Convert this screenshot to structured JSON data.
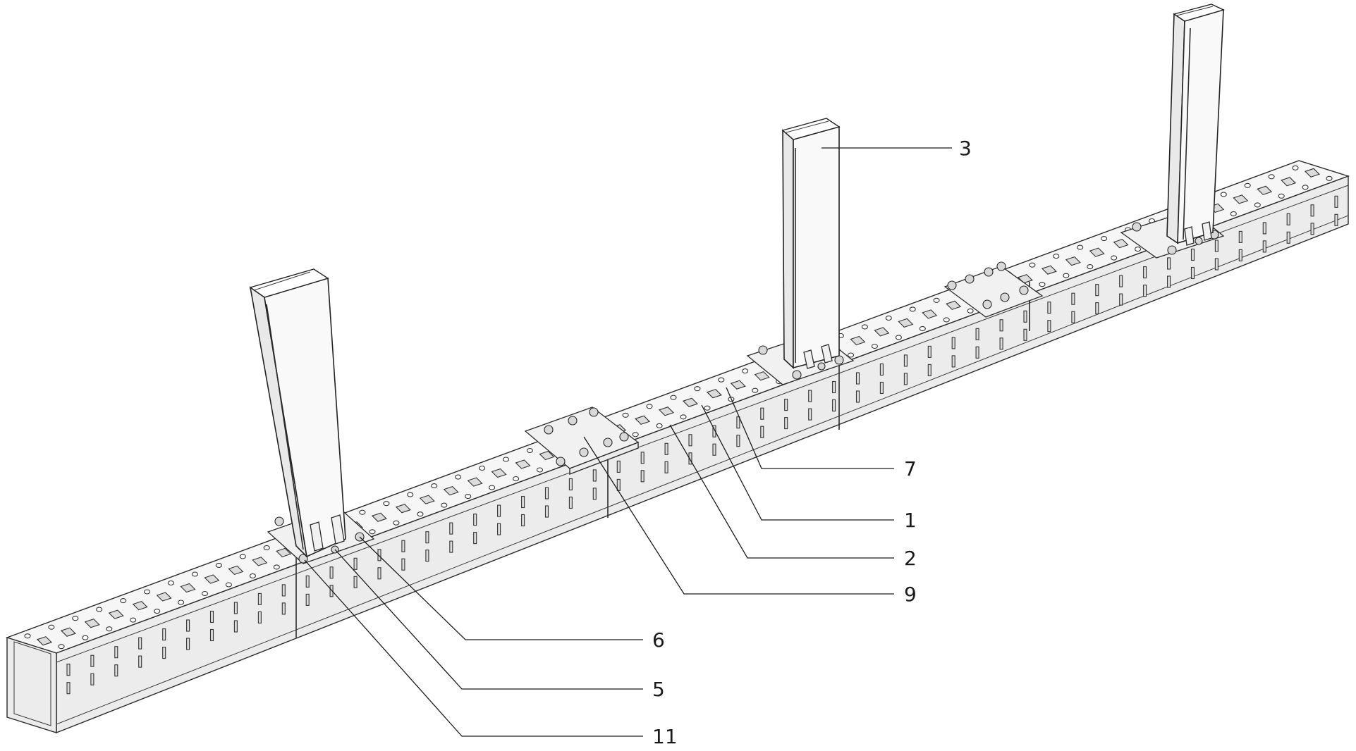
{
  "figure": {
    "callouts": [
      {
        "id": "c3",
        "label": "3"
      },
      {
        "id": "c7",
        "label": "7"
      },
      {
        "id": "c1",
        "label": "1"
      },
      {
        "id": "c2",
        "label": "2"
      },
      {
        "id": "c9",
        "label": "9"
      },
      {
        "id": "c6",
        "label": "6"
      },
      {
        "id": "c5",
        "label": "5"
      },
      {
        "id": "c11",
        "label": "11"
      }
    ]
  }
}
